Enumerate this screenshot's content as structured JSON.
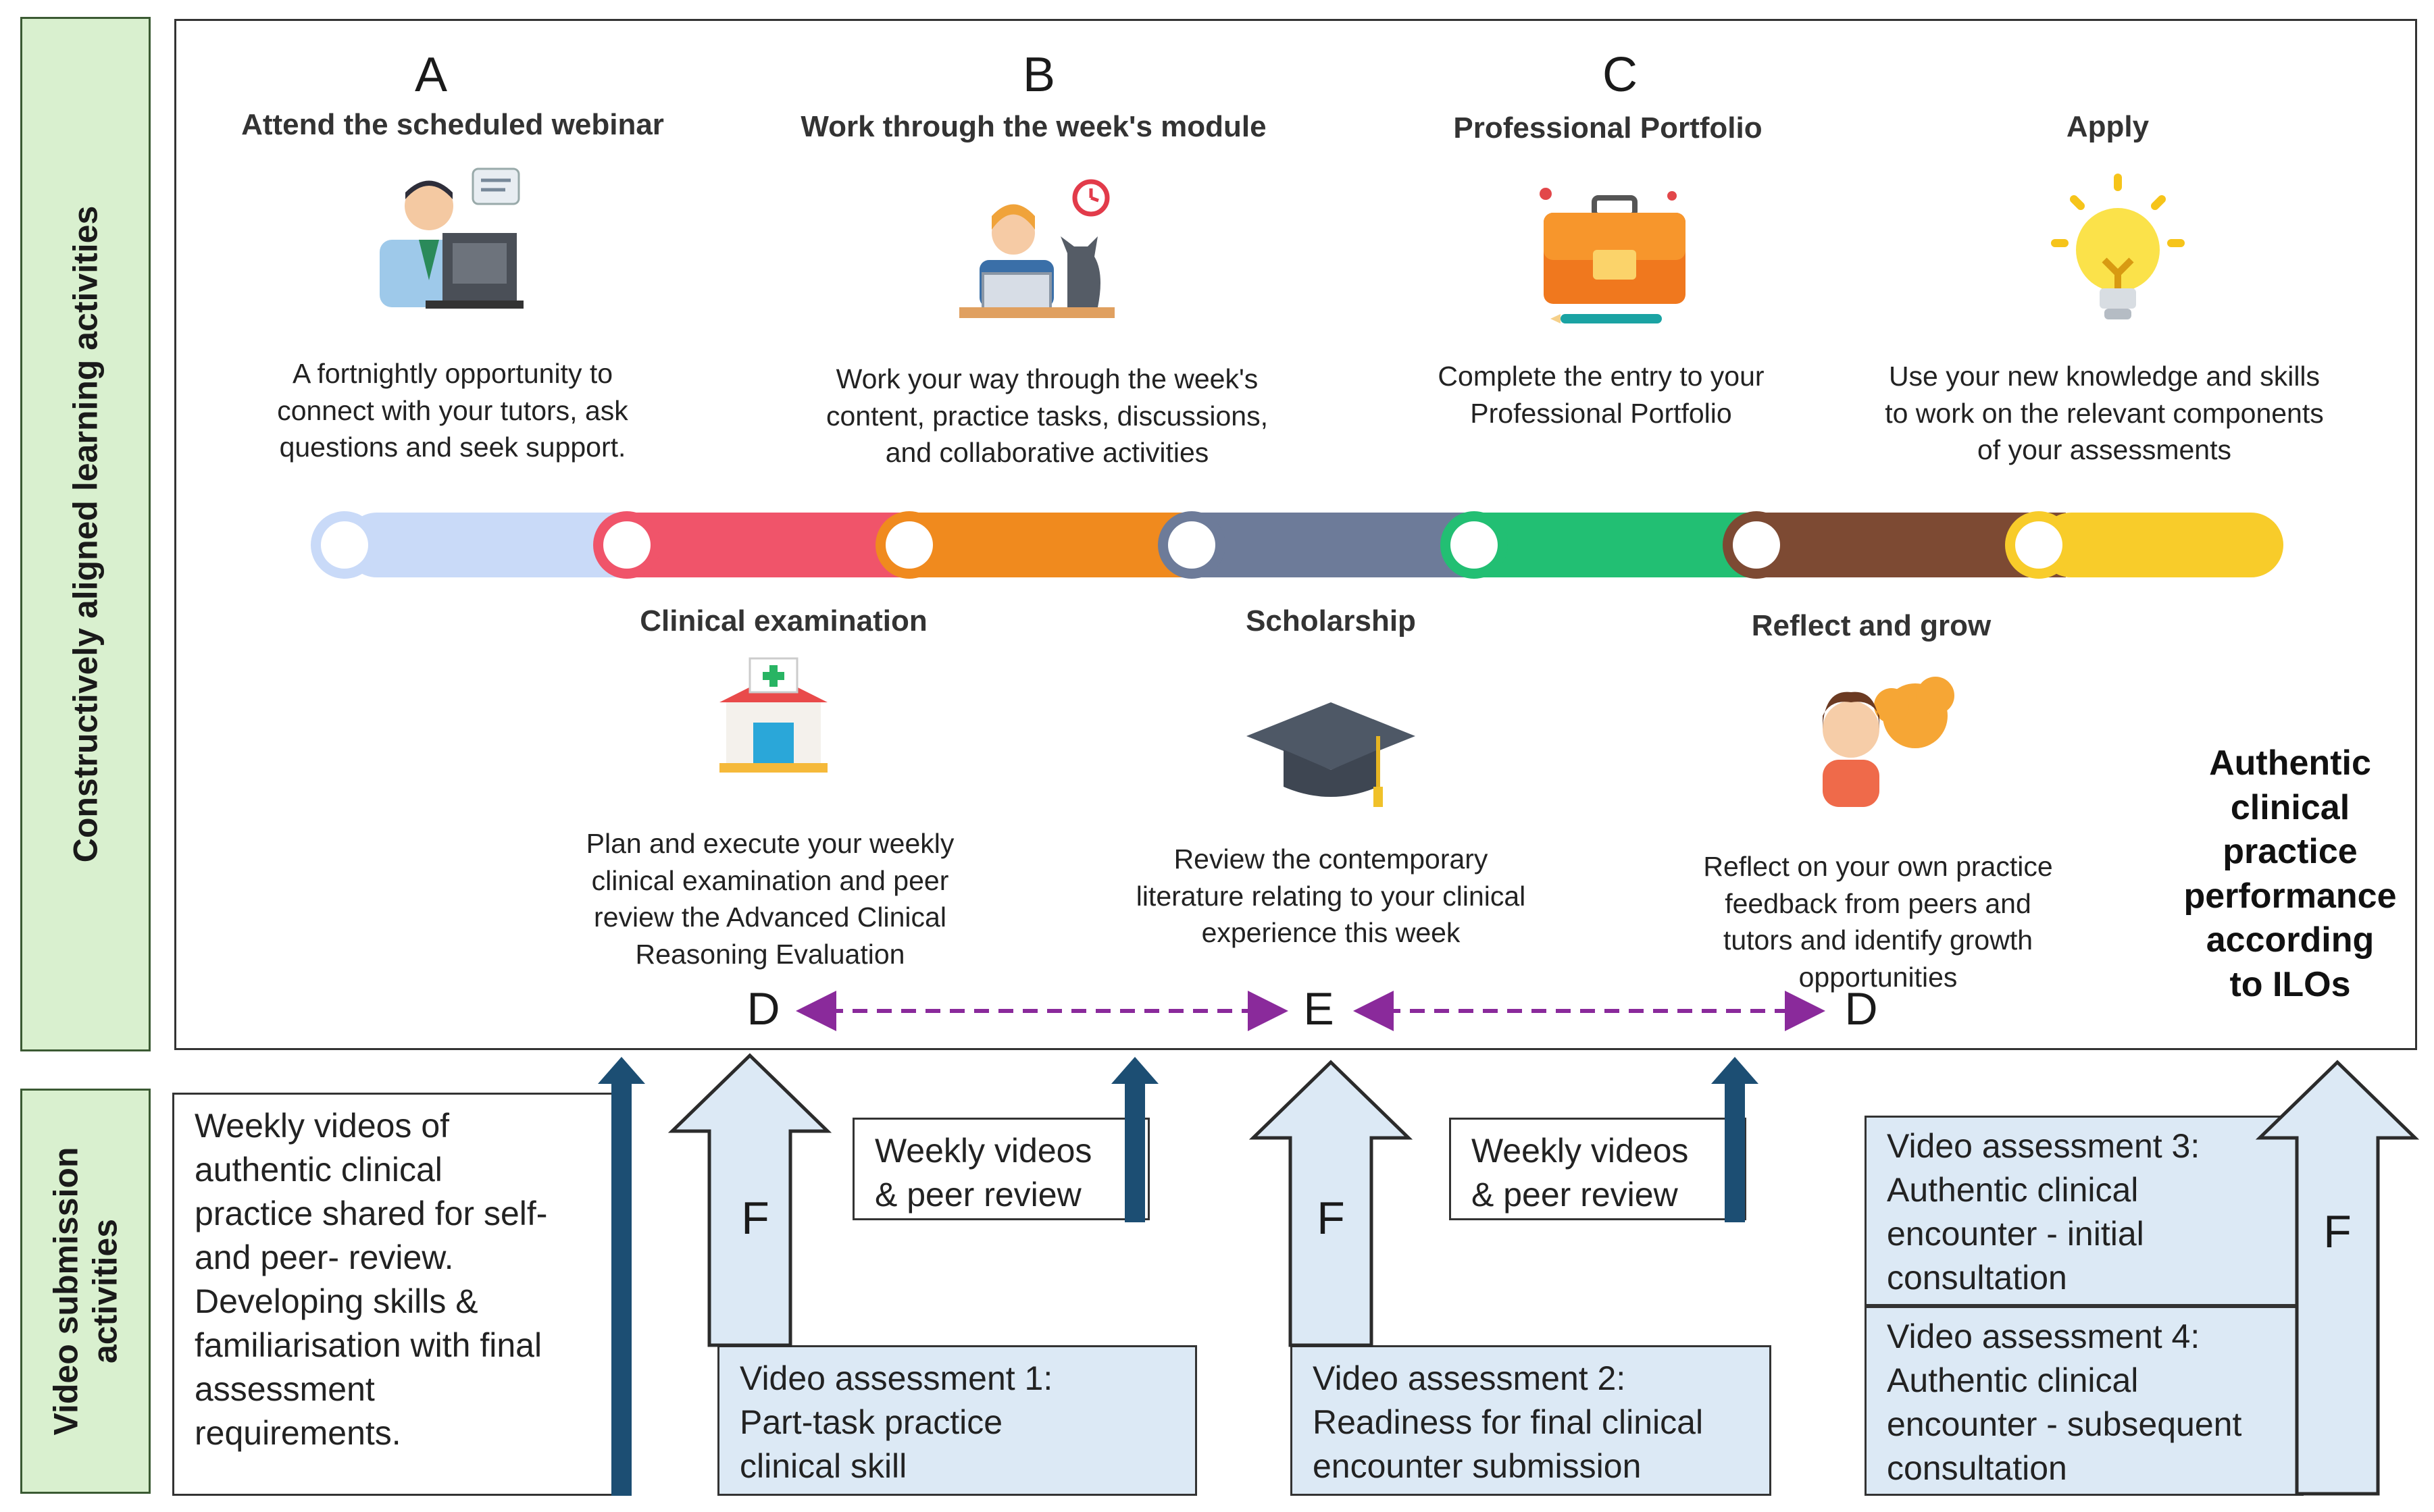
{
  "sidebar": {
    "top_label": "Constructively aligned learning activities",
    "bottom_label_line1": "Video submission",
    "bottom_label_line2": "activities"
  },
  "top_steps": [
    {
      "letter": "A",
      "title": "Attend the scheduled webinar",
      "icon": "tutor-computer-icon",
      "desc": [
        "A fortnightly opportunity to",
        "connect with your tutors, ask",
        "questions and seek support."
      ]
    },
    {
      "letter": "B",
      "title": "Work through the week's module",
      "icon": "student-laptop-icon",
      "desc": [
        "Work your way through the week's",
        "content, practice tasks, discussions,",
        "and collaborative activities"
      ]
    },
    {
      "letter": "C",
      "title": "Professional Portfolio",
      "icon": "briefcase-icon",
      "desc": [
        "Complete the entry to your",
        "Professional Portfolio"
      ]
    },
    {
      "letter": "",
      "title": "Apply",
      "icon": "lightbulb-icon",
      "desc": [
        "Use your new knowledge and skills",
        "to work on the relevant components",
        "of your assessments"
      ]
    }
  ],
  "bottom_steps": [
    {
      "title": "Clinical examination",
      "icon": "clinic-icon",
      "desc": [
        "Plan and execute your weekly",
        "clinical examination and peer",
        "review the Advanced Clinical",
        "Reasoning Evaluation"
      ]
    },
    {
      "title": "Scholarship",
      "icon": "graduation-cap-icon",
      "desc": [
        "Review the contemporary",
        "literature relating to your clinical",
        "experience this week"
      ]
    },
    {
      "title": "Reflect and grow",
      "icon": "thinking-person-icon",
      "desc": [
        "Reflect on your own practice",
        "feedback from peers and",
        "tutors and identify growth",
        "opportunities"
      ]
    }
  ],
  "timeline_colors": [
    "#c9daf8",
    "#f0546a",
    "#f08a1e",
    "#6d7b99",
    "#22bf73",
    "#7d4a33",
    "#f8cc2a"
  ],
  "cycle_letters": [
    "D",
    "E",
    "D"
  ],
  "authentic_text": [
    "Authentic",
    "clinical",
    "practice",
    "performance",
    "according",
    "to ILOs"
  ],
  "video_boxes": {
    "weekly_main": [
      "Weekly videos of",
      "authentic clinical",
      "practice shared for self-",
      "and peer- review.",
      "Developing skills &",
      "familiarisation with final",
      "assessment",
      "requirements."
    ],
    "weekly_peer_1": [
      "Weekly videos",
      "& peer review"
    ],
    "weekly_peer_2": [
      "Weekly videos",
      "& peer review"
    ],
    "assessment_1": [
      "Video assessment 1:",
      "Part-task practice",
      "clinical skill"
    ],
    "assessment_2": [
      "Video assessment 2:",
      "Readiness for final clinical",
      "encounter submission"
    ],
    "assessment_3": [
      "Video assessment 3:",
      "Authentic clinical",
      "encounter  - initial",
      "consultation"
    ],
    "assessment_4": [
      "Video assessment 4:",
      "Authentic clinical",
      "encounter - subsequent",
      "consultation"
    ]
  },
  "feedback_letter": "F",
  "colors": {
    "sidebar_fill": "#d9f0cf",
    "arrow_dark": "#1c4e73",
    "arrow_light": "#dce9f5",
    "dashed": "#8a2a9b",
    "box_blue": "#dce9f5"
  }
}
